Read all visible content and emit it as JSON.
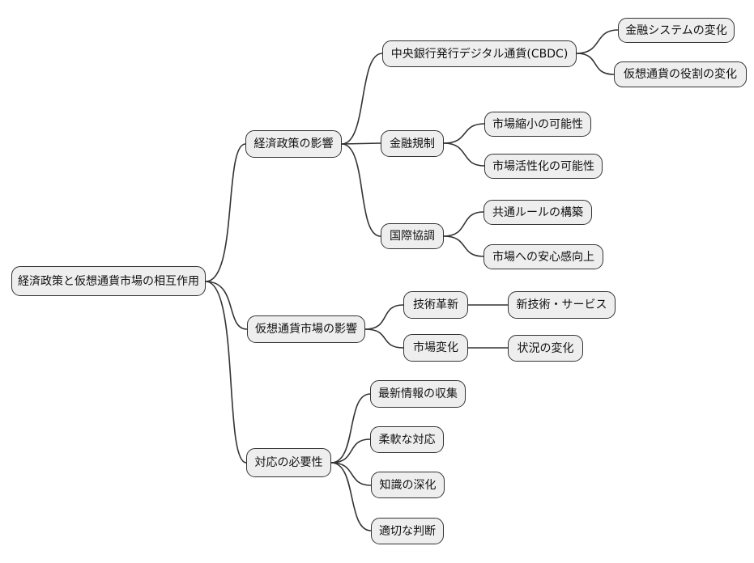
{
  "diagram": {
    "type": "mindmap",
    "colors": {
      "background": "#ffffff",
      "node_fill": "#eeeeee",
      "node_border": "#333333",
      "edge": "#333333",
      "text": "#111111"
    },
    "nodes": [
      {
        "id": "root",
        "label": "経済政策と仮想通貨市場の相互作用"
      },
      {
        "id": "keizai",
        "label": "経済政策の影響"
      },
      {
        "id": "kaso",
        "label": "仮想通貨市場の影響"
      },
      {
        "id": "taio",
        "label": "対応の必要性"
      },
      {
        "id": "cbdc",
        "label": "中央銀行発行デジタル通貨(CBDC)"
      },
      {
        "id": "kisei",
        "label": "金融規制"
      },
      {
        "id": "kokusai",
        "label": "国際協調"
      },
      {
        "id": "kinyusys",
        "label": "金融システムの変化"
      },
      {
        "id": "yakuwari",
        "label": "仮想通貨の役割の変化"
      },
      {
        "id": "shukusho",
        "label": "市場縮小の可能性"
      },
      {
        "id": "kassei",
        "label": "市場活性化の可能性"
      },
      {
        "id": "rule",
        "label": "共通ルールの構築"
      },
      {
        "id": "anshin",
        "label": "市場への安心感向上"
      },
      {
        "id": "gijutsu",
        "label": "技術革新"
      },
      {
        "id": "shingi",
        "label": "新技術・サービス"
      },
      {
        "id": "shijohenka",
        "label": "市場変化"
      },
      {
        "id": "jokyo",
        "label": "状況の変化"
      },
      {
        "id": "saishin",
        "label": "最新情報の収集"
      },
      {
        "id": "junan",
        "label": "柔軟な対応"
      },
      {
        "id": "chishiki",
        "label": "知識の深化"
      },
      {
        "id": "tekisetsu",
        "label": "適切な判断"
      }
    ],
    "edges": [
      {
        "from": "root",
        "to": "keizai"
      },
      {
        "from": "root",
        "to": "kaso"
      },
      {
        "from": "root",
        "to": "taio"
      },
      {
        "from": "keizai",
        "to": "cbdc"
      },
      {
        "from": "keizai",
        "to": "kisei"
      },
      {
        "from": "keizai",
        "to": "kokusai"
      },
      {
        "from": "cbdc",
        "to": "kinyusys"
      },
      {
        "from": "cbdc",
        "to": "yakuwari"
      },
      {
        "from": "kisei",
        "to": "shukusho"
      },
      {
        "from": "kisei",
        "to": "kassei"
      },
      {
        "from": "kokusai",
        "to": "rule"
      },
      {
        "from": "kokusai",
        "to": "anshin"
      },
      {
        "from": "kaso",
        "to": "gijutsu"
      },
      {
        "from": "kaso",
        "to": "shijohenka"
      },
      {
        "from": "gijutsu",
        "to": "shingi"
      },
      {
        "from": "shijohenka",
        "to": "jokyo"
      },
      {
        "from": "taio",
        "to": "saishin"
      },
      {
        "from": "taio",
        "to": "junan"
      },
      {
        "from": "taio",
        "to": "chishiki"
      },
      {
        "from": "taio",
        "to": "tekisetsu"
      }
    ]
  }
}
